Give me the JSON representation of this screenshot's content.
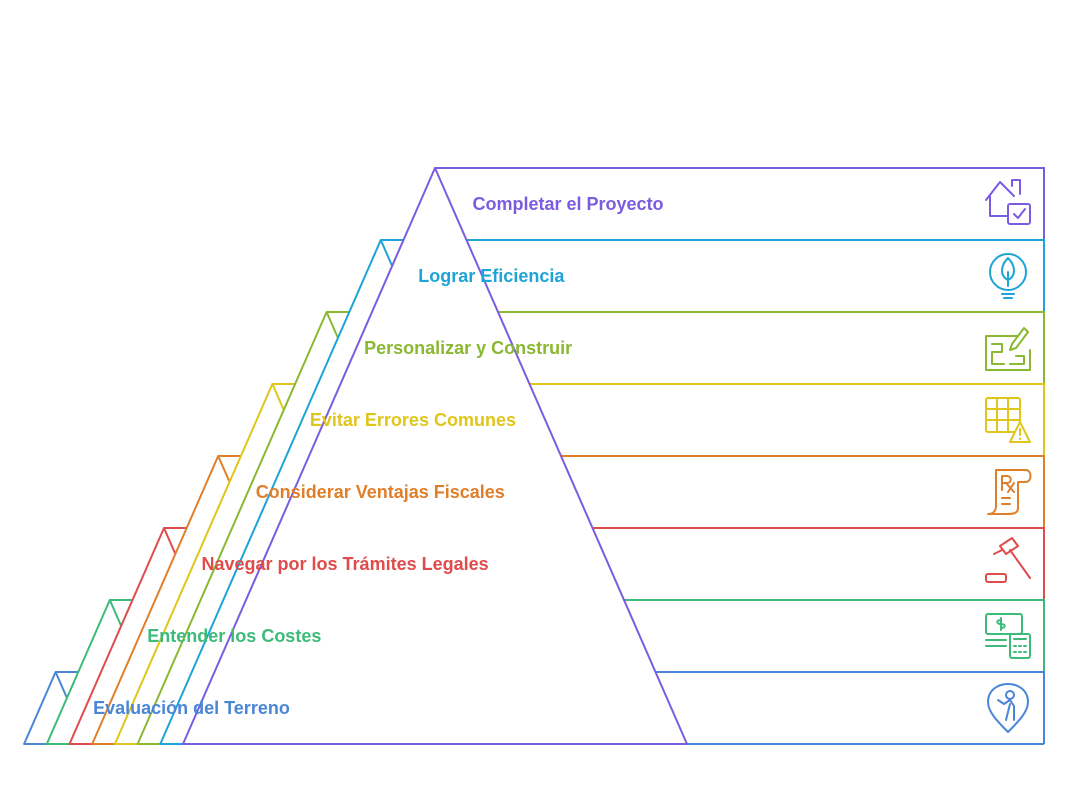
{
  "diagram": {
    "levels": [
      {
        "label": "Completar el Proyecto",
        "color": "#7b5ce0",
        "icon": "house-check-icon"
      },
      {
        "label": "Lograr Eficiencia",
        "color": "#1ea4d6",
        "icon": "eco-bulb-icon"
      },
      {
        "label": "Personalizar y Construir",
        "color": "#8ab833",
        "icon": "blueprint-pencil-icon"
      },
      {
        "label": "Evitar Errores Comunes",
        "color": "#e0c51a",
        "icon": "grid-warning-icon"
      },
      {
        "label": "Considerar Ventajas Fiscales",
        "color": "#e07f2a",
        "icon": "rx-document-icon"
      },
      {
        "label": "Navegar por los Trámites Legales",
        "color": "#e04b4b",
        "icon": "gavel-icon"
      },
      {
        "label": "Entender los Costes",
        "color": "#3dbb7a",
        "icon": "money-calculator-icon"
      },
      {
        "label": "Evaluación del Terreno",
        "color": "#4a86d6",
        "icon": "location-person-icon"
      }
    ]
  }
}
